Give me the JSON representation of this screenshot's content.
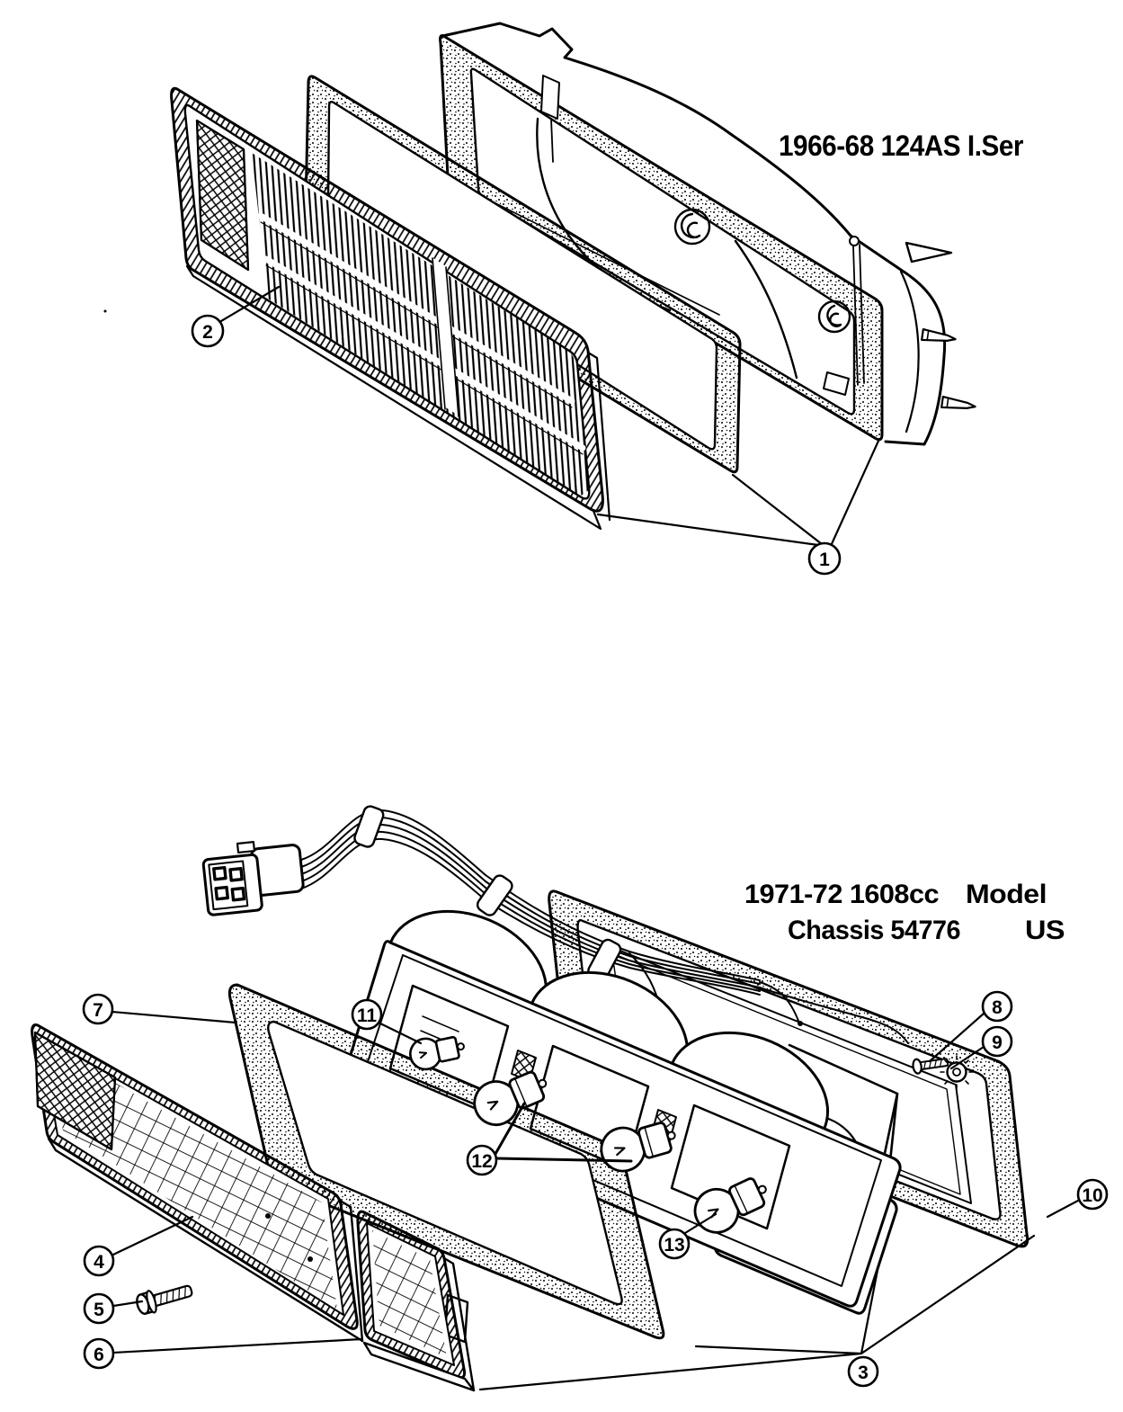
{
  "canvas": {
    "background": "#ffffff",
    "ink": "#000000"
  },
  "diagram_top": {
    "title": "1966-68 124AS I.Ser",
    "callouts": [
      {
        "label": "1"
      },
      {
        "label": "2"
      }
    ]
  },
  "diagram_bottom": {
    "title_line1_left": "1971-72 1608cc",
    "title_line1_right": "Model",
    "title_line2_left": "Chassis 54776",
    "title_line2_right": "US",
    "callouts": [
      {
        "label": "3"
      },
      {
        "label": "4"
      },
      {
        "label": "5"
      },
      {
        "label": "6"
      },
      {
        "label": "7"
      },
      {
        "label": "8"
      },
      {
        "label": "9"
      },
      {
        "label": "10"
      },
      {
        "label": "11"
      },
      {
        "label": "12"
      },
      {
        "label": "13"
      }
    ]
  }
}
